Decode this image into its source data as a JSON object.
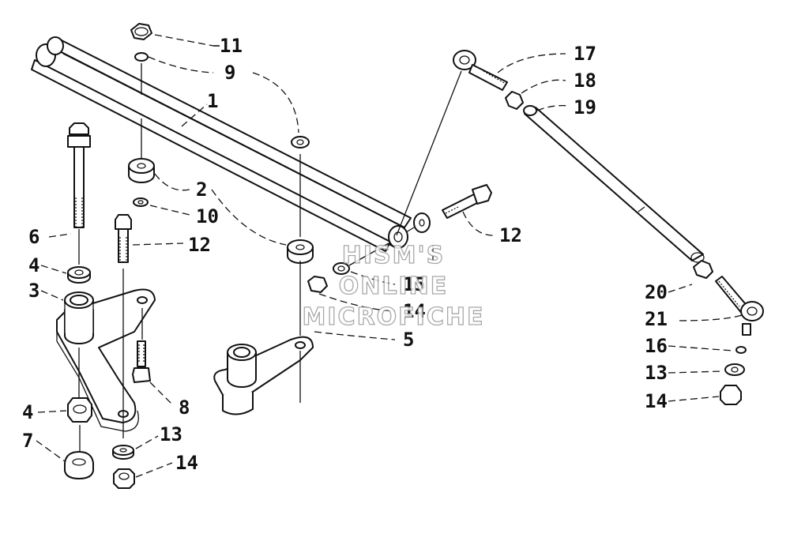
{
  "callouts": {
    "c1": "1",
    "c2": "2",
    "c3": "3",
    "c4a": "4",
    "c4b": "4",
    "c5": "5",
    "c6": "6",
    "c7": "7",
    "c8": "8",
    "c9": "9",
    "c10": "10",
    "c11": "11",
    "c12a": "12",
    "c12b": "12",
    "c13a": "13",
    "c13b": "13",
    "c14a": "14",
    "c14b": "14",
    "c14c": "14",
    "c15": "15",
    "c16": "16",
    "c17": "17",
    "c18": "18",
    "c19": "19",
    "c20": "20",
    "c21": "21"
  },
  "watermark": {
    "line1": "HISM'S",
    "line2": "ONLINE",
    "line3": "MICROFICHE"
  }
}
